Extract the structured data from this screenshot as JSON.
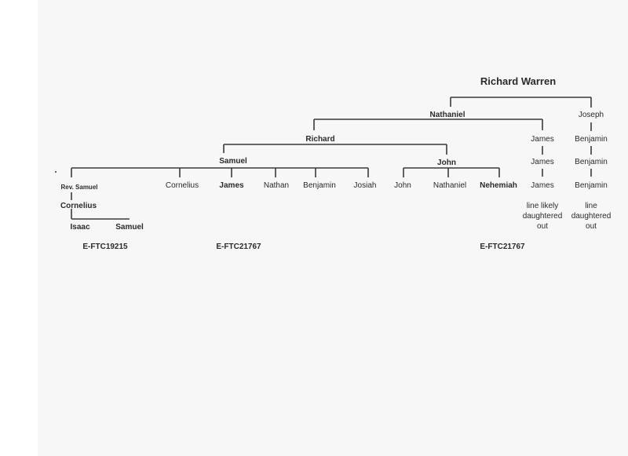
{
  "tree": {
    "root": "Richard Warren",
    "nathaniel": "Nathaniel",
    "joseph": "Joseph",
    "richard": "Richard",
    "james_a1": "James",
    "benjamin_a1": "Benjamin",
    "samuel": "Samuel",
    "john": "John",
    "james_a2": "James",
    "benjamin_a2": "Benjamin",
    "rev_samuel": "Rev. Samuel",
    "cornelius_s": "Cornelius",
    "james_s": "James",
    "nathan": "Nathan",
    "benjamin_s": "Benjamin",
    "josiah": "Josiah",
    "john_j": "John",
    "nathaniel_j": "Nathaniel",
    "nehemiah": "Nehemiah",
    "james_a3": "James",
    "benjamin_a3": "Benjamin",
    "cornelius_r": "Cornelius",
    "isaac": "Isaac",
    "samuel_c": "Samuel",
    "note_james": "line likely daughtered out",
    "note_benjamin": "line daughtered out"
  },
  "kits": {
    "isaac": "E-FTC19215",
    "james": "E-FTC21767",
    "nehemiah": "E-FTC21767"
  }
}
